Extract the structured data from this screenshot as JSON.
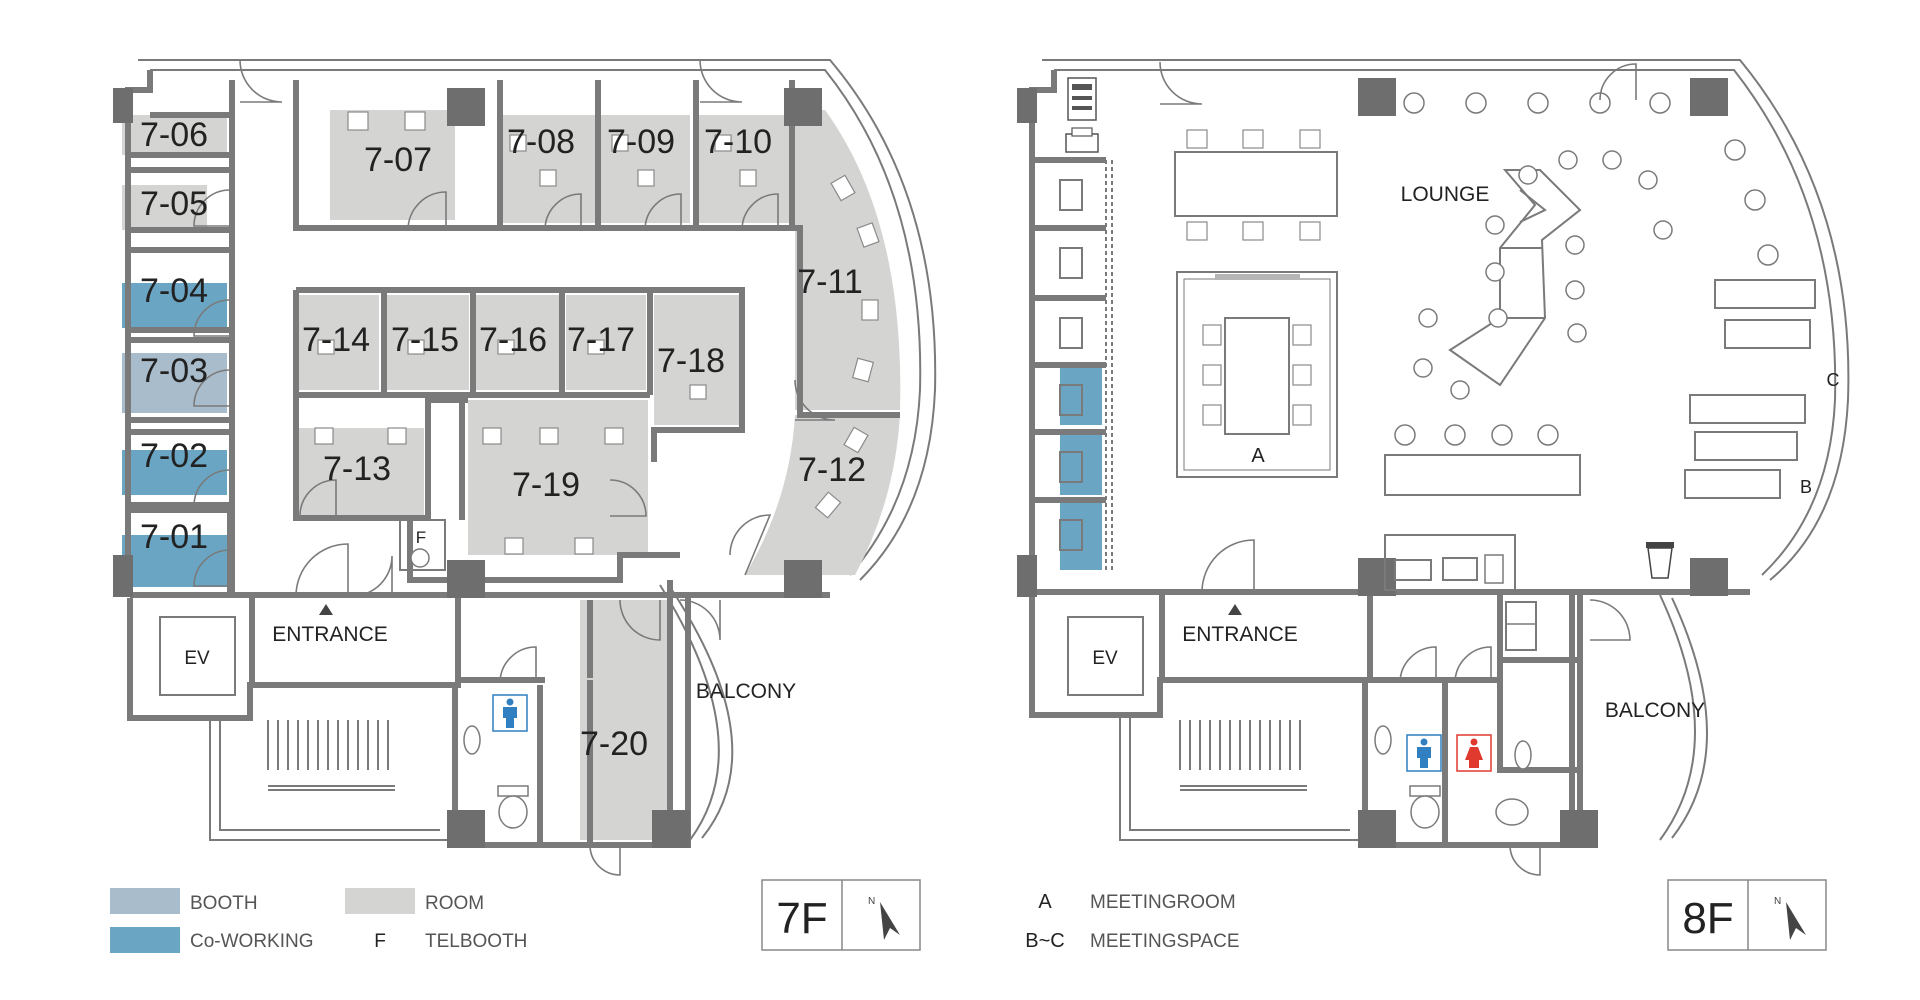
{
  "colors": {
    "room": "#d4d4d2",
    "booth": "#a9bccb",
    "coworking": "#6aa6c4",
    "wall": "#7a7a7a",
    "column": "#6e6e6e",
    "male": "#2f7fc1",
    "female": "#e03a2f"
  },
  "floor7": {
    "floor_label": "7F",
    "rooms": [
      "7-06",
      "7-05",
      "7-04",
      "7-03",
      "7-02",
      "7-01",
      "7-07",
      "7-08",
      "7-09",
      "7-10",
      "7-11",
      "7-14",
      "7-15",
      "7-16",
      "7-17",
      "7-18",
      "7-12",
      "7-13",
      "7-19",
      "7-20"
    ],
    "telbooth_mark": "F",
    "entrance": "ENTRANCE",
    "elevator": "EV",
    "balcony": "BALCONY",
    "legend": {
      "booth": "BOOTH",
      "room": "ROOM",
      "coworking": "Co-WORKING",
      "telbooth_key": "F",
      "telbooth": "TELBOOTH"
    }
  },
  "floor8": {
    "floor_label": "8F",
    "lounge": "LOUNGE",
    "meeting_a": "A",
    "space_b": "B",
    "space_c": "C",
    "entrance": "ENTRANCE",
    "elevator": "EV",
    "balcony": "BALCONY",
    "legend": {
      "a_key": "A",
      "a_text": "MEETINGROOM",
      "bc_key": "B~C",
      "bc_text": "MEETINGSPACE"
    }
  },
  "icons": [
    "north-arrow-icon",
    "male-restroom-icon",
    "female-restroom-icon",
    "copier-icon",
    "printer-icon",
    "coffee-cup-icon",
    "refrigerator-icon",
    "microwave-icon",
    "sink-icon",
    "toilet-icon"
  ]
}
